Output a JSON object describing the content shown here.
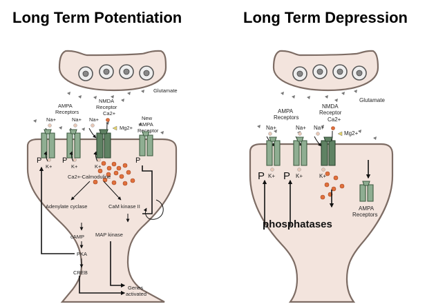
{
  "ltp": {
    "title": "Long Term Potentiation",
    "glutamate": "Glutamate",
    "ampa_receptors": [
      "AMPA",
      "Receptors"
    ],
    "nmda_receptor": [
      "NMDA",
      "Receptor"
    ],
    "new_ampa_receptor": [
      "New",
      "AMPA",
      "Receptor"
    ],
    "na": "Na+",
    "k": "K+",
    "ca": "Ca2+",
    "mg": "Mg2+",
    "p": "P",
    "calmodulin": "Ca2+-Calmoduline",
    "adenylate_cyclase": "Adenylate cyclase",
    "camk2": "CaM kinase II",
    "camp": "cAMP",
    "map_kinase": "MAP kinase",
    "pka": "PKA",
    "creb": "CREB",
    "genes_activated": [
      "Genes",
      "activated"
    ]
  },
  "ltd": {
    "title": "Long Term Depression",
    "glutamate": "Glutamate",
    "ampa_receptors": [
      "AMPA",
      "Receptors"
    ],
    "nmda_receptor": [
      "NMDA",
      "Receptor"
    ],
    "na": "Na+",
    "k": "K+",
    "ca": "Ca2+",
    "mg": "Mg2+",
    "p": "P",
    "phosphatases": "phosphatases",
    "ampa_receptors_internal": [
      "AMPA",
      "Receptors"
    ]
  }
}
